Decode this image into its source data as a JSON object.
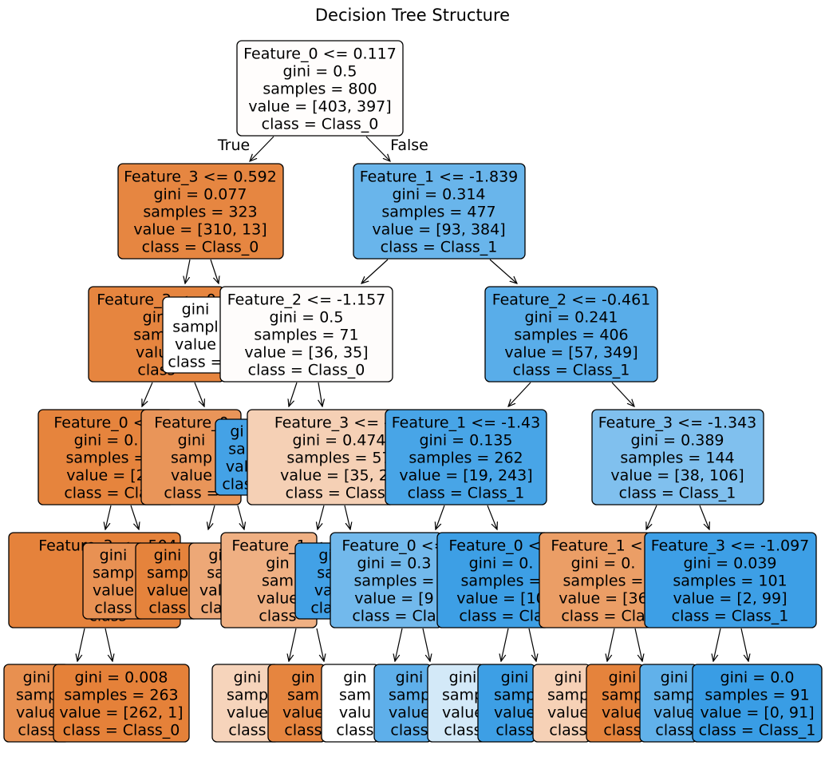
{
  "title": "Decision Tree Structure",
  "edge_labels": {
    "true_label": "True",
    "false_label": "False"
  },
  "colors": {
    "class_0": "#e58139",
    "class_1": "#399de5",
    "neutral": "#ffffff",
    "border": "#000000"
  },
  "nodes": [
    {
      "id": "root",
      "lines": [
        "Feature_0 <= 0.117",
        "gini = 0.5",
        "samples = 800",
        "value = [403, 397]",
        "class = Class_0"
      ],
      "fill": "#fffdfc"
    },
    {
      "id": "n_l",
      "lines": [
        "Feature_3 <= 0.592",
        "gini = 0.077",
        "samples = 323",
        "value = [310, 13]",
        "class = Class_0"
      ],
      "fill": "#e68641"
    },
    {
      "id": "n_r",
      "lines": [
        "Feature_1 <= -1.839",
        "gini = 0.314",
        "samples = 477",
        "value = [93, 384]",
        "class = Class_1"
      ],
      "fill": "#69b5eb"
    },
    {
      "id": "n_ll",
      "lines": [
        "Feature_3 <= 0",
        "gini",
        "sampl",
        "value",
        "class"
      ],
      "fill": "#e6853f"
    },
    {
      "id": "n_lm",
      "lines": [
        "gini",
        "sampl",
        "value",
        "class ="
      ],
      "fill": "#ffffff"
    },
    {
      "id": "n_lr",
      "lines": [
        "Feature_2 <= -1.157",
        "gini = 0.5",
        "samples = 71",
        "value = [36, 35]",
        "class = Class_0"
      ],
      "fill": "#fefcfb"
    },
    {
      "id": "n_rr",
      "lines": [
        "Feature_2 <= -0.461",
        "gini = 0.241",
        "samples = 406",
        "value = [57, 349]",
        "class = Class_1"
      ],
      "fill": "#59ade9"
    },
    {
      "id": "n4a",
      "lines": [
        "Feature_0 <=",
        "gini = 0.",
        "samples =",
        "value = [2",
        "class = Cla"
      ],
      "fill": "#e6843d"
    },
    {
      "id": "n4b",
      "lines": [
        "Feature_0",
        "gini",
        "samp",
        "value",
        "class ="
      ],
      "fill": "#e99559"
    },
    {
      "id": "n4c",
      "lines": [
        "gi",
        "sa",
        "val",
        "clas"
      ],
      "fill": "#44a2e6"
    },
    {
      "id": "n4d",
      "lines": [
        "Feature_3 <= -1.",
        "gini = 0.474",
        "samples = 57",
        "value = [35, 22",
        "class = Class_"
      ],
      "fill": "#f5d0b5"
    },
    {
      "id": "n4e",
      "lines": [
        "Feature_1 <= -1.43",
        "gini = 0.135",
        "samples = 262",
        "value = [19, 243]",
        "class = Class_1"
      ],
      "fill": "#48a5e7"
    },
    {
      "id": "n4f",
      "lines": [
        "Feature_3 <= -1.343",
        "gini = 0.389",
        "samples = 144",
        "value = [38, 106]",
        "class = Class_1"
      ],
      "fill": "#80c0ee"
    },
    {
      "id": "n5a",
      "lines": [
        "Feature_3 <= 504",
        "gini",
        "sampl",
        "value",
        "class"
      ],
      "fill": "#e5823b"
    },
    {
      "id": "n5b",
      "lines": [
        "gini",
        "samp",
        "value",
        "class"
      ],
      "fill": "#e89153"
    },
    {
      "id": "n5c",
      "lines": [
        "gini",
        "samp",
        "value",
        "class"
      ],
      "fill": "#e5833c"
    },
    {
      "id": "n5d",
      "lines": [
        "gi",
        "sa",
        "valu",
        "clas"
      ],
      "fill": "#eda877"
    },
    {
      "id": "n5e",
      "lines": [
        "Feature_1 <",
        "gin",
        "sam",
        "value",
        "class"
      ],
      "fill": "#efb083"
    },
    {
      "id": "n5f",
      "lines": [
        "gi",
        "sa",
        "val",
        "clas"
      ],
      "fill": "#42a1e6"
    },
    {
      "id": "n5g",
      "lines": [
        "Feature_0 <=",
        "gini = 0.3",
        "samples =",
        "value = [9",
        "class = Cla"
      ],
      "fill": "#72b9ec"
    },
    {
      "id": "n5h",
      "lines": [
        "Feature_0 <=",
        "gini = 0.",
        "samples =",
        "value = [10",
        "class = Cla"
      ],
      "fill": "#3d9fe5"
    },
    {
      "id": "n5i",
      "lines": [
        "Feature_1 <=",
        "gini = 0.",
        "samples =",
        "value = [36",
        "class = Cla"
      ],
      "fill": "#eb9e66"
    },
    {
      "id": "n5j",
      "lines": [
        "Feature_3 <= -1.097",
        "gini = 0.039",
        "samples = 101",
        "value = [2, 99]",
        "class = Class_1"
      ],
      "fill": "#3d9fe6"
    },
    {
      "id": "n6a",
      "lines": [
        "gini",
        "samp",
        "value",
        "class"
      ],
      "fill": "#e89050"
    },
    {
      "id": "n6b",
      "lines": [
        "gini = 0.008",
        "samples = 263",
        "value = [262, 1]",
        "class = Class_0"
      ],
      "fill": "#e58139"
    },
    {
      "id": "n6c",
      "lines": [
        "gini",
        "samp",
        "value",
        "class"
      ],
      "fill": "#f6d4bb"
    },
    {
      "id": "n6d",
      "lines": [
        "gin",
        "sam",
        "value",
        "class"
      ],
      "fill": "#e6853f"
    },
    {
      "id": "n6e",
      "lines": [
        "gin",
        "sam",
        "valu",
        "class"
      ],
      "fill": "#ffffff"
    },
    {
      "id": "n6f",
      "lines": [
        "gini",
        "samp",
        "value",
        "class"
      ],
      "fill": "#5eafea"
    },
    {
      "id": "n6g",
      "lines": [
        "gini",
        "samp",
        "value",
        "class"
      ],
      "fill": "#d3e9f8"
    },
    {
      "id": "n6h",
      "lines": [
        "gini",
        "samp",
        "value",
        "class"
      ],
      "fill": "#3d9fe5"
    },
    {
      "id": "n6i",
      "lines": [
        "gini",
        "samp",
        "value",
        "class"
      ],
      "fill": "#f6d1b6"
    },
    {
      "id": "n6j",
      "lines": [
        "gini",
        "samp",
        "value",
        "class"
      ],
      "fill": "#e5833c"
    },
    {
      "id": "n6k",
      "lines": [
        "gini",
        "samp",
        "value",
        "class"
      ],
      "fill": "#61b1ea"
    },
    {
      "id": "n6l",
      "lines": [
        "gini = 0.0",
        "samples = 91",
        "value = [0, 91]",
        "class = Class_1"
      ],
      "fill": "#399de5"
    }
  ]
}
